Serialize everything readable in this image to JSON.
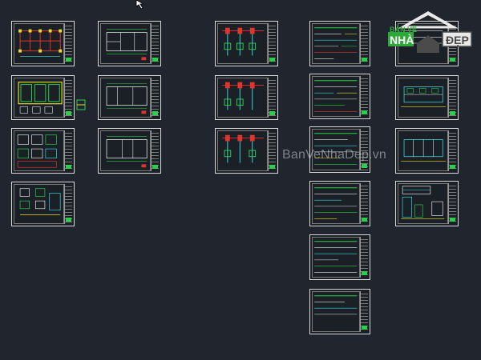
{
  "watermark": {
    "top_text": "BẢN VẼ",
    "main_left": "NHÀ",
    "main_right": "ĐẸP",
    "site": "BanVeNhaDep.vn"
  },
  "colors": {
    "background": "#21262e",
    "sheet_border": "#d9d9d9",
    "logo_green": "#2fa83b",
    "logo_dark": "#4b4b4b",
    "cad_red": "#e0342c",
    "cad_green": "#29d14a",
    "cad_yellow": "#e6dc2a",
    "cad_cyan": "#3ad8e0",
    "cad_white": "#e8e8e8"
  },
  "sheets": [
    {
      "name": "sheet-structural-plan",
      "kind": "plan-red"
    },
    {
      "name": "sheet-floor-plan-1",
      "kind": "plan"
    },
    {
      "name": "sheet-column-detail-1",
      "kind": "columns"
    },
    {
      "name": "sheet-reinforcement-1",
      "kind": "detail"
    },
    {
      "name": "sheet-rebar-table-1",
      "kind": "table"
    },
    {
      "name": "sheet-foundation-plan",
      "kind": "plan-yellow"
    },
    {
      "name": "sheet-floor-plan-2",
      "kind": "plan"
    },
    {
      "name": "sheet-column-detail-2",
      "kind": "columns"
    },
    {
      "name": "sheet-reinforcement-2",
      "kind": "detail"
    },
    {
      "name": "sheet-elevation-1",
      "kind": "elevation"
    },
    {
      "name": "sheet-foundation-details",
      "kind": "detail"
    },
    {
      "name": "sheet-floor-plan-3",
      "kind": "plan"
    },
    {
      "name": "sheet-column-detail-3",
      "kind": "columns"
    },
    {
      "name": "sheet-reinforcement-3",
      "kind": "detail"
    },
    {
      "name": "sheet-elevation-2",
      "kind": "elevation"
    },
    {
      "name": "sheet-footing-details",
      "kind": "detail"
    },
    {
      "name": "sheet-reinforcement-4",
      "kind": "detail"
    },
    {
      "name": "sheet-section",
      "kind": "section"
    },
    {
      "name": "sheet-reinforcement-5",
      "kind": "detail"
    },
    {
      "name": "sheet-reinforcement-6",
      "kind": "detail"
    }
  ]
}
